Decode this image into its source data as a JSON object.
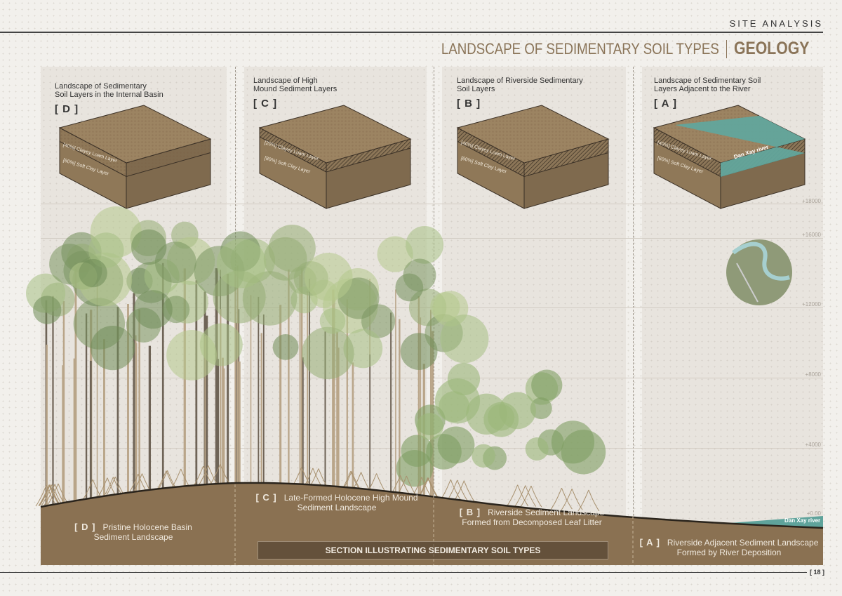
{
  "header": {
    "section": "SITE ANALYSIS",
    "title": "LANDSCAPE OF SEDIMENTARY SOIL TYPES",
    "category": "GEOLOGY"
  },
  "panels": [
    {
      "title_line1": "Landscape of Sedimentary",
      "title_line2": "Soil Layers in the Internal Basin",
      "label": "[ D ]",
      "top_layer": "[40%] Clayey Loam Layer",
      "bottom_layer": "[60%] Soft Clay Layer"
    },
    {
      "title_line1": "Landscape of High",
      "title_line2": "Mound Sediment Layers",
      "label": "[ C ]",
      "top_layer": "[20%] Clayey Loam Layer",
      "bottom_layer": "[80%] Soft Clay Layer"
    },
    {
      "title_line1": "Landscape of Riverside Sedimentary",
      "title_line2": "Soil Layers",
      "label": "[ B ]",
      "top_layer": "[40%] Clayey Loam Layer",
      "bottom_layer": "[60%] Soft Clay Layer"
    },
    {
      "title_line1": "Landscape of Sedimentary Soil",
      "title_line2": "Layers Adjacent to the River",
      "label": "[ A ]",
      "top_layer": "[40%] Clayey Loam Layer",
      "bottom_layer": "[60%] Soft Clay Layer",
      "river": "Dan Xay river"
    }
  ],
  "elevations": [
    "+18000",
    "+16000",
    "+12000",
    "+8000",
    "+4000",
    "+0.00"
  ],
  "section": {
    "d": {
      "label": "[ D ]",
      "line1": "Pristine Holocene Basin",
      "line2": "Sediment Landscape"
    },
    "c": {
      "label": "[ C ]",
      "line1": "Late-Formed Holocene High Mound",
      "line2": "Sediment Landscape"
    },
    "b": {
      "label": "[ B ]",
      "line1": "Riverside Sediment Landscape",
      "line2": "Formed from Decomposed Leaf Litter"
    },
    "a": {
      "label": "[ A ]",
      "line1": "Riverside Adjacent Sediment Landscape",
      "line2": "Formed by River Deposition"
    },
    "river": "Dan Xay river",
    "banner": "SECTION ILLUSTRATING SEDIMENTARY SOIL TYPES"
  },
  "colors": {
    "soil": "#8a7152",
    "river": "#5fa39b",
    "accent": "#8a7458",
    "tree_dark": "#7a9560",
    "tree_light": "#b5c98d"
  },
  "page_number": "[ 18 ]"
}
